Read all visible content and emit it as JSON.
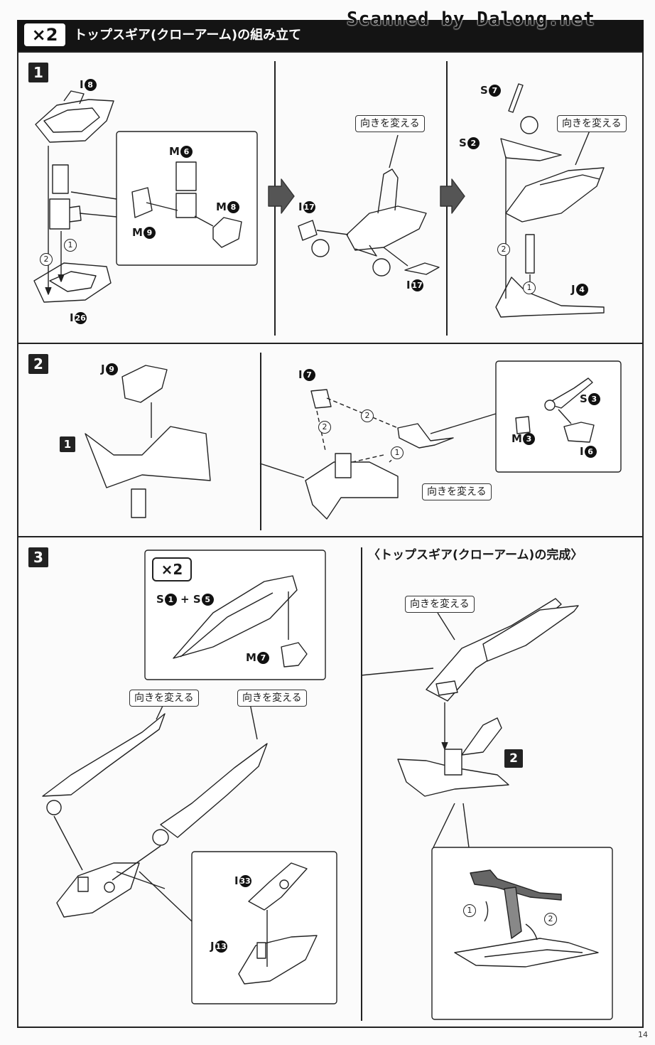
{
  "watermark": "Scanned by Dalong.net",
  "header": {
    "multiplier": "×2",
    "title": "トップスギア(クローアーム)の組み立て"
  },
  "steps": [
    {
      "number": "1"
    },
    {
      "number": "2"
    },
    {
      "number": "3"
    }
  ],
  "turn_label": "向きを変える",
  "step1": {
    "part_top": "I",
    "part_top_num": "8",
    "part_bottom": "I",
    "part_bottom_num": "26",
    "callout_m6": "M",
    "callout_m6_num": "6",
    "callout_m8": "M",
    "callout_m8_num": "8",
    "callout_m9": "M",
    "callout_m9_num": "9",
    "mid_i17_top": "I",
    "mid_i17_top_num": "17",
    "mid_i17_bottom": "I",
    "mid_i17_bottom_num": "17",
    "right_s7": "S",
    "right_s7_num": "7",
    "right_s2": "S",
    "right_s2_num": "2",
    "right_j4": "J",
    "right_j4_num": "4",
    "order": [
      "1",
      "2"
    ]
  },
  "step2": {
    "part_j9": "J",
    "part_j9_num": "9",
    "ref_step": "1",
    "part_i7": "I",
    "part_i7_num": "7",
    "callout_s3": "S",
    "callout_s3_num": "3",
    "callout_m3": "M",
    "callout_m3_num": "3",
    "callout_i6": "I",
    "callout_i6_num": "6",
    "order": [
      "1",
      "2"
    ]
  },
  "step3": {
    "box_multiplier": "×2",
    "combo_a": "S",
    "combo_a_num": "1",
    "combo_plus": "+",
    "combo_b": "S",
    "combo_b_num": "5",
    "part_m7": "M",
    "part_m7_num": "7",
    "callout_i33": "I",
    "callout_i33_num": "33",
    "callout_j13": "J",
    "callout_j13_num": "13",
    "complete_title": "〈トップスギア(クローアーム)の完成〉",
    "ref_step": "2",
    "rotation": [
      "1",
      "2"
    ]
  },
  "page_number": "14"
}
